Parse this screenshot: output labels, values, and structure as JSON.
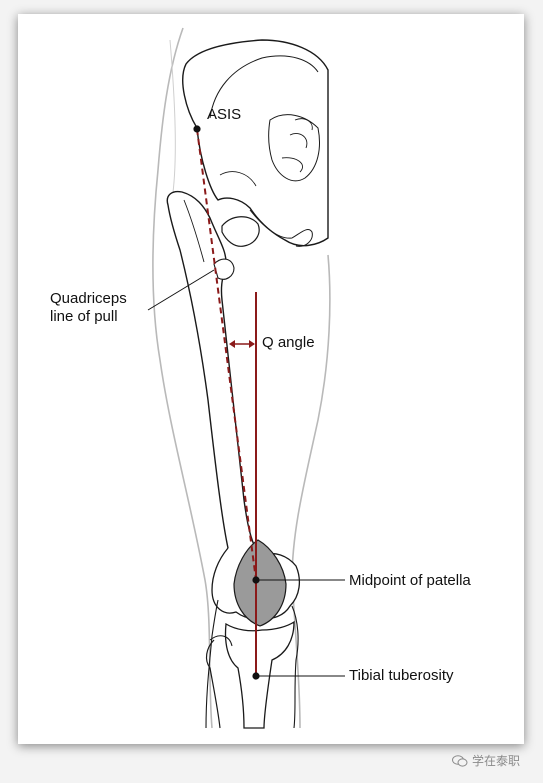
{
  "labels": {
    "asis": "ASIS",
    "quadriceps": [
      "Quadriceps",
      "line of pull"
    ],
    "q_angle": "Q angle",
    "patella": "Midpoint of patella",
    "tibial": "Tibial tuberosity"
  },
  "watermark": "学在泰职",
  "colors": {
    "pull_line": "#8b1a1a",
    "q_line": "#8b1a1a",
    "bone_stroke": "#1a1a1a",
    "patella_fill": "#9a9a9a",
    "thigh_outline": "#b5b5b5"
  }
}
